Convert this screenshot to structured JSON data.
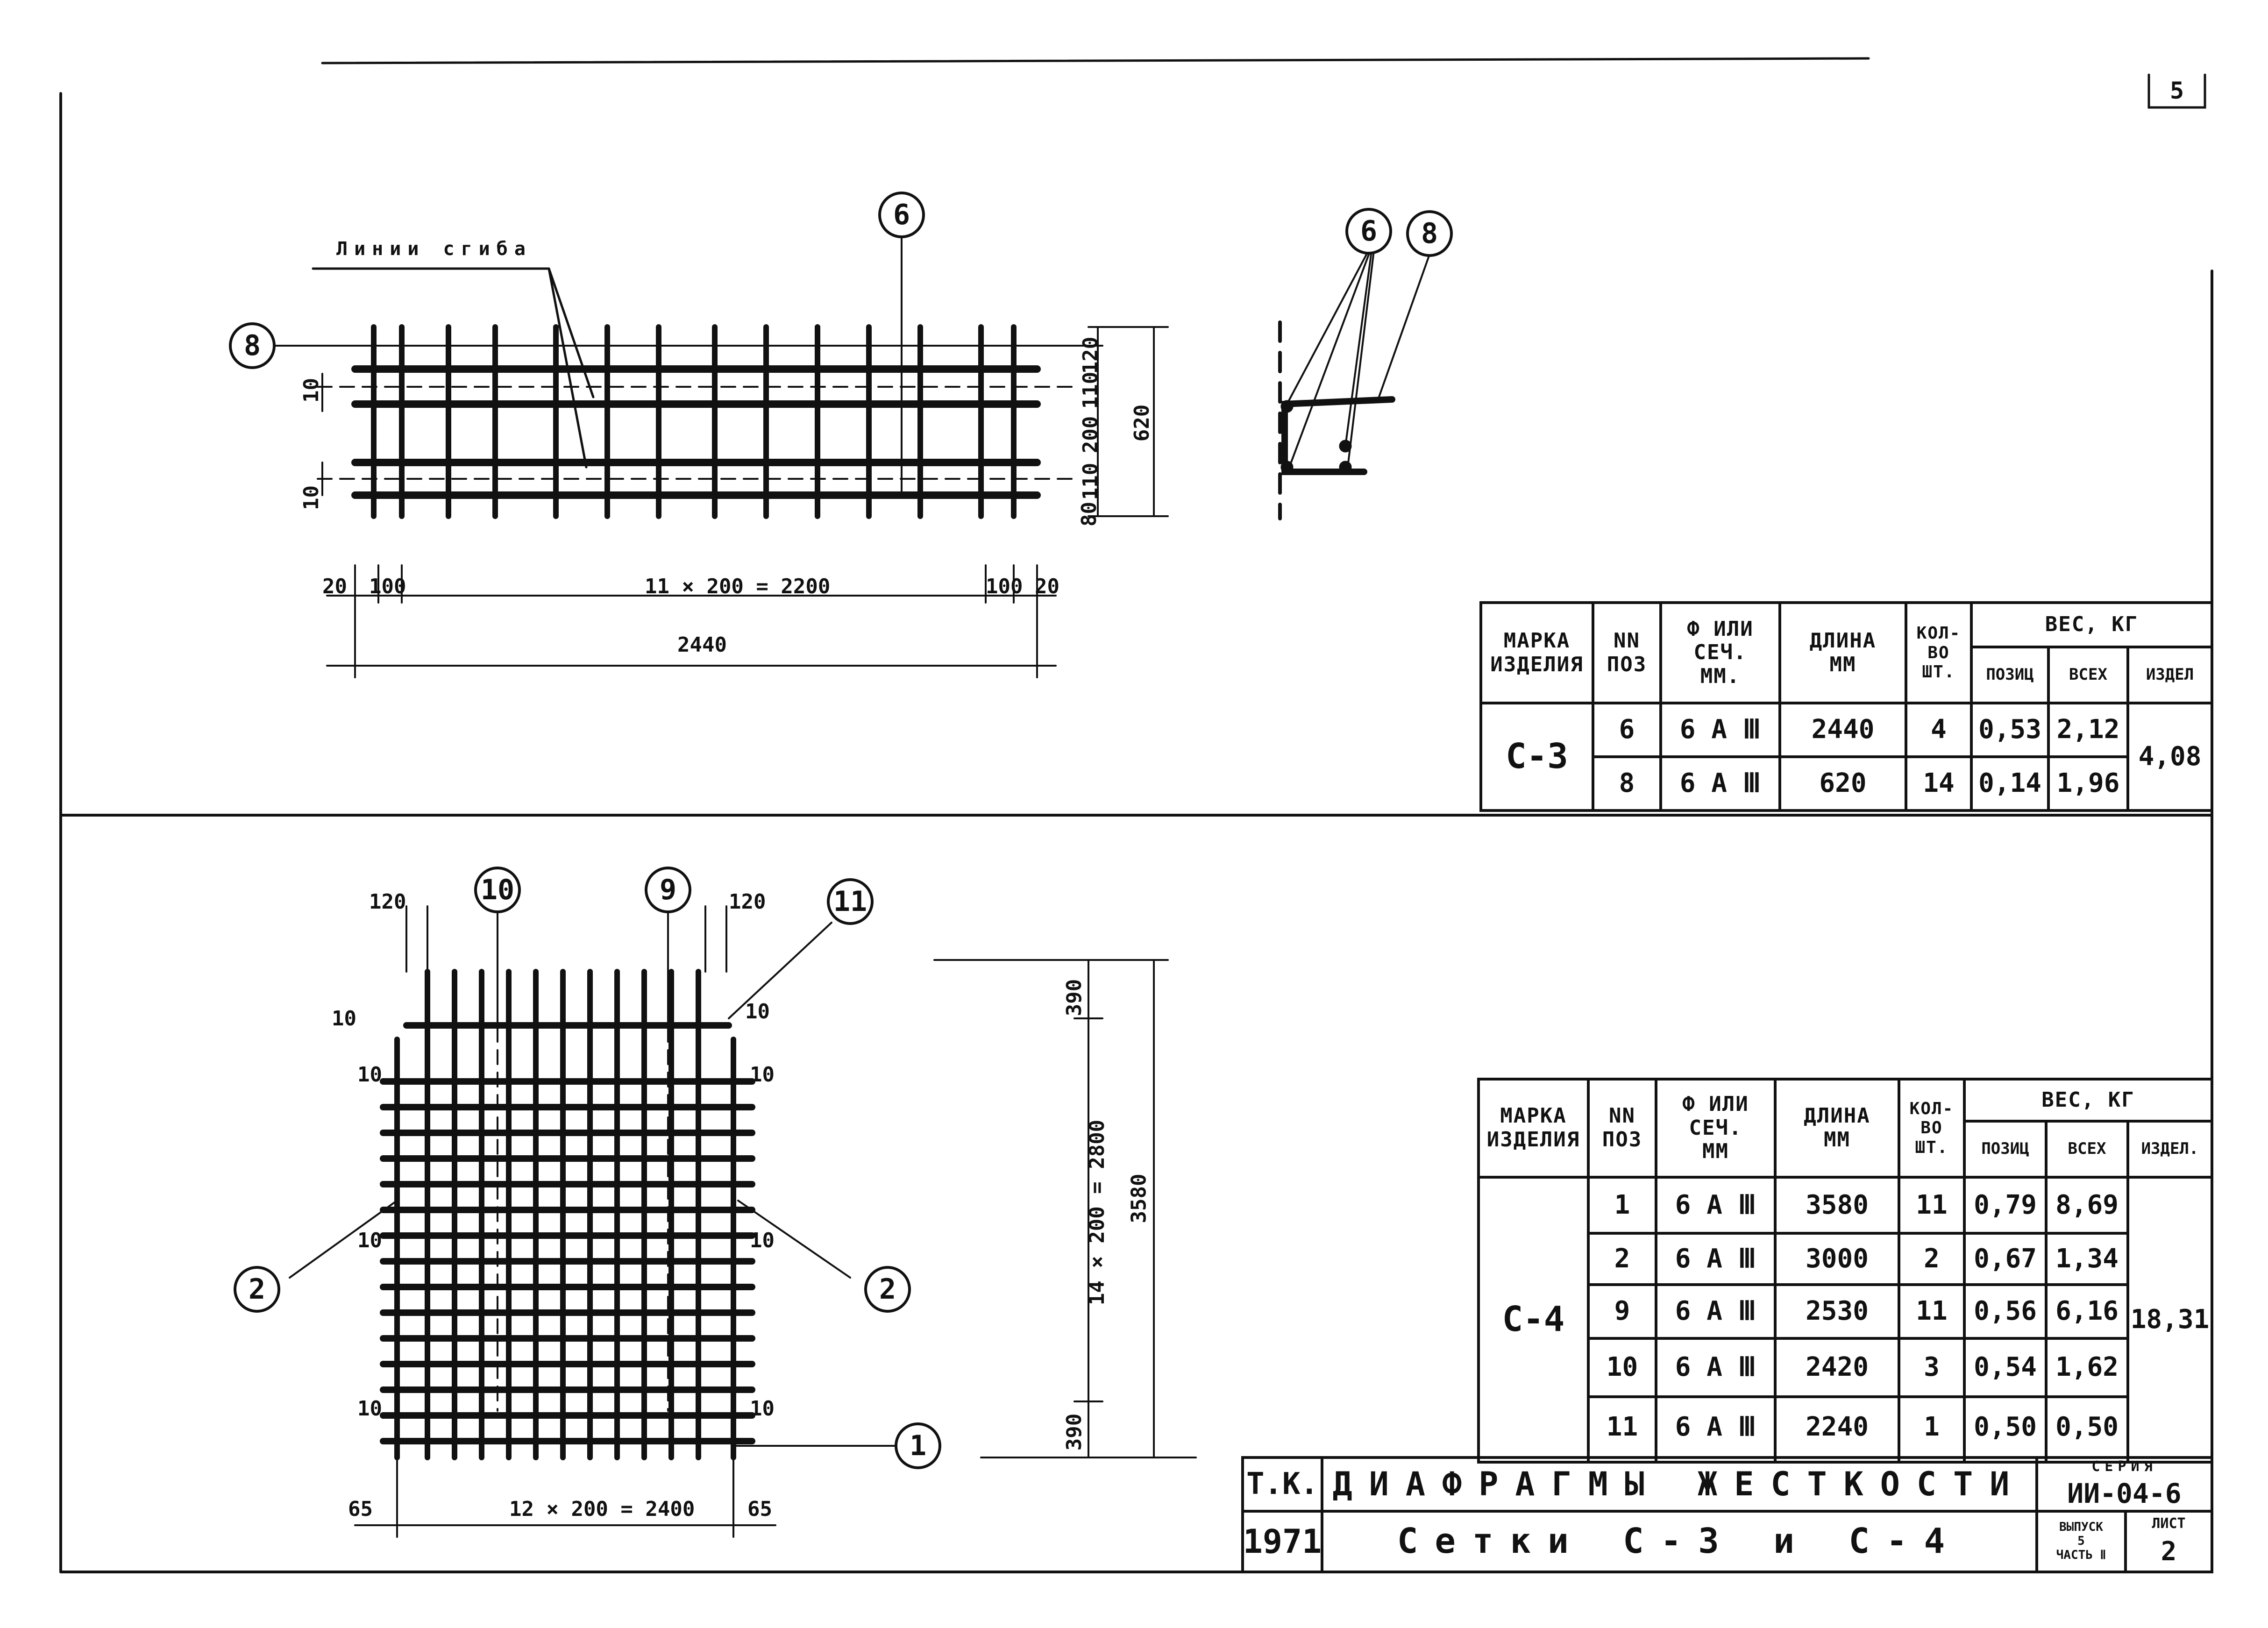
{
  "sheet_number": "5",
  "upper": {
    "leader_label": "Линии сгиба",
    "callouts": [
      "6",
      "8",
      "6",
      "8"
    ],
    "dims_right": [
      "120",
      "110",
      "200",
      "110",
      "80"
    ],
    "dim_total_height": "620",
    "dims_left_small": [
      "10",
      "10"
    ],
    "dims_bottom_top": [
      "20",
      "100",
      "11 × 200 = 2200",
      "100",
      "20"
    ],
    "dim_total_length": "2440"
  },
  "lower": {
    "callouts": [
      "10",
      "9",
      "11",
      "2",
      "2",
      "1"
    ],
    "dims_top": [
      "120",
      "120"
    ],
    "dims_left_small": [
      "10",
      "10",
      "10",
      "10"
    ],
    "dims_right_small": [
      "10",
      "10",
      "10",
      "10"
    ],
    "dims_vertical": [
      "390",
      "14 × 200 = 2800",
      "390"
    ],
    "dim_total_height": "3580",
    "dims_bottom": [
      "65",
      "12 × 200 = 2400",
      "65"
    ]
  },
  "table_c3": {
    "headers": {
      "mark": "МАРКА\nИЗДЕЛИЯ",
      "pos": "NN\nПОЗ",
      "diam": "Ф ИЛИ СЕЧ.\nММ.",
      "length": "ДЛИНА\nММ",
      "qty": "КОЛ-ВО\nШТ.",
      "weight": "ВЕС, КГ",
      "w_pos": "ПОЗИЦ",
      "w_all": "ВСЕХ",
      "w_item": "ИЗДЕЛ"
    },
    "mark": "С-3",
    "item_weight": "4,08",
    "rows": [
      {
        "pos": "6",
        "diam": "6 А Ⅲ",
        "length": "2440",
        "qty": "4",
        "w_pos": "0,53",
        "w_all": "2,12"
      },
      {
        "pos": "8",
        "diam": "6 А Ⅲ",
        "length": "620",
        "qty": "14",
        "w_pos": "0,14",
        "w_all": "1,96"
      }
    ]
  },
  "table_c4": {
    "headers": {
      "mark": "МАРКА\nИЗДЕЛИЯ",
      "pos": "NN\nПОЗ",
      "diam": "Ф ИЛИ СЕЧ.\nММ",
      "length": "ДЛИНА\nММ",
      "qty": "КОЛ-ВО\nШТ.",
      "weight": "ВЕС, КГ",
      "w_pos": "ПОЗИЦ",
      "w_all": "ВСЕХ",
      "w_item": "ИЗДЕЛ."
    },
    "mark": "С-4",
    "item_weight": "18,31",
    "rows": [
      {
        "pos": "1",
        "diam": "6 А Ⅲ",
        "length": "3580",
        "qty": "11",
        "w_pos": "0,79",
        "w_all": "8,69"
      },
      {
        "pos": "2",
        "diam": "6 А Ⅲ",
        "length": "3000",
        "qty": "2",
        "w_pos": "0,67",
        "w_all": "1,34"
      },
      {
        "pos": "9",
        "diam": "6 А Ⅲ",
        "length": "2530",
        "qty": "11",
        "w_pos": "0,56",
        "w_all": "6,16"
      },
      {
        "pos": "10",
        "diam": "6 А Ⅲ",
        "length": "2420",
        "qty": "3",
        "w_pos": "0,54",
        "w_all": "1,62"
      },
      {
        "pos": "11",
        "diam": "6 А Ⅲ",
        "length": "2240",
        "qty": "1",
        "w_pos": "0,50",
        "w_all": "0,50"
      }
    ]
  },
  "title_block": {
    "tk": "Т.К.",
    "year": "1971",
    "title": "Диафрагмы жесткости",
    "subtitle": "Сетки С-3 и С-4",
    "series_label": "СЕРИЯ",
    "series": "ИИ-04-6",
    "issue_label": "ВЫПУСК\n5\nЧАСТЬ Ⅱ",
    "sheet_label": "ЛИСТ",
    "sheet": "2"
  }
}
